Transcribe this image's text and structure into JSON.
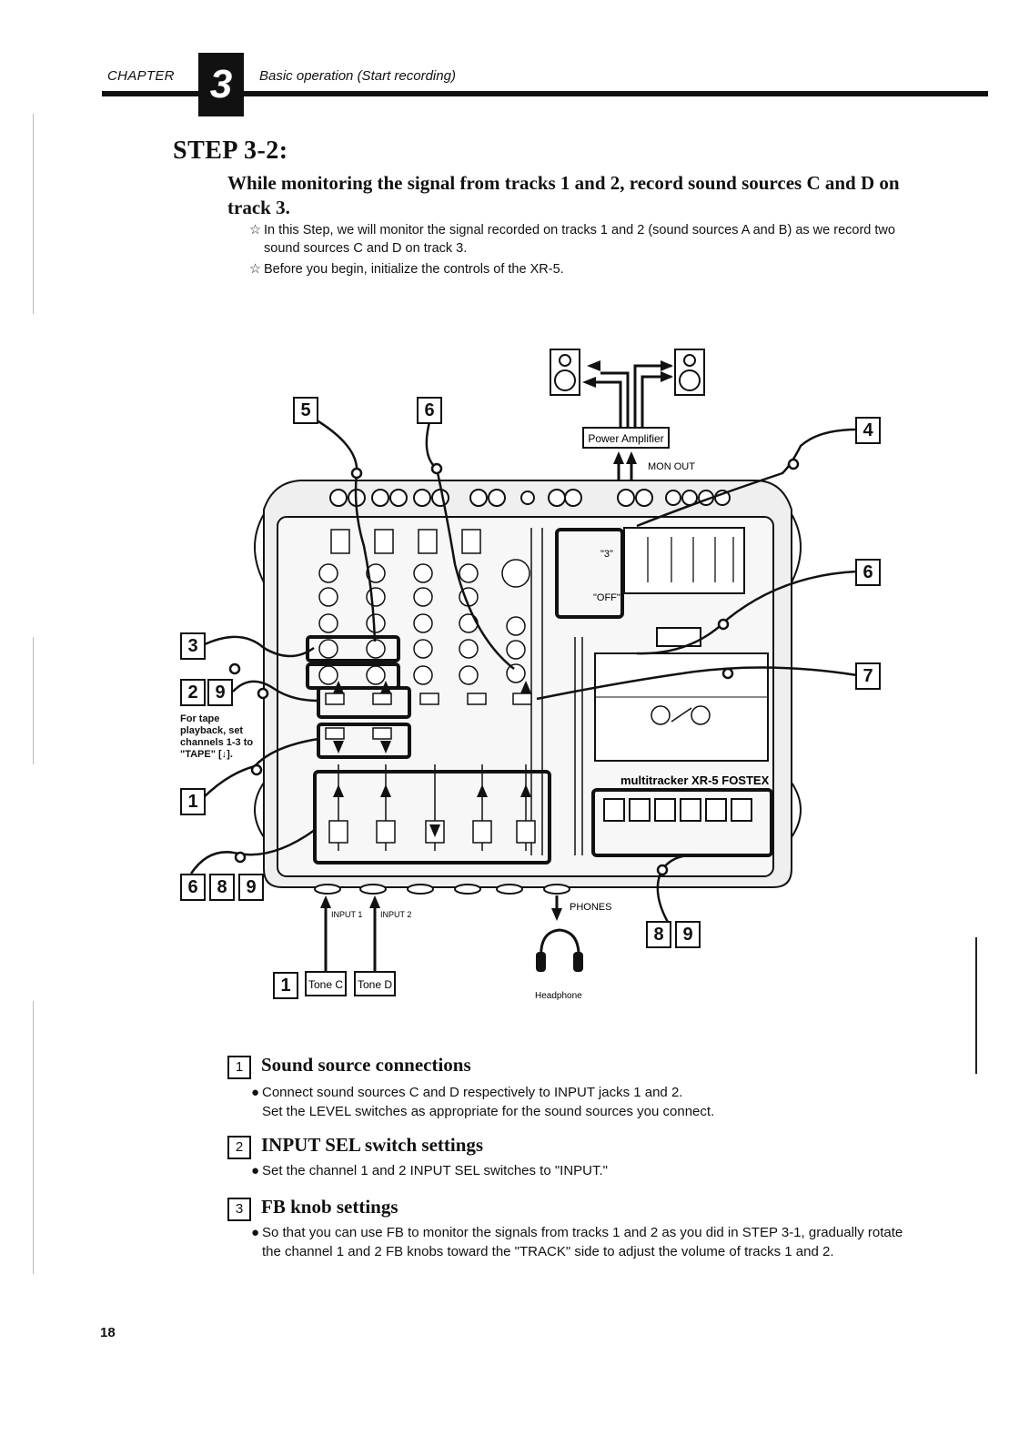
{
  "header": {
    "chapter_label": "CHAPTER",
    "chapter_number": "3",
    "chapter_title": "Basic operation (Start recording)"
  },
  "step": {
    "title": "STEP 3-2:",
    "subtitle": "While monitoring the signal from tracks 1 and 2, record sound sources C and D on track 3.",
    "notes": [
      "In this Step, we will monitor the signal recorded on tracks 1 and 2 (sound sources A and B) as we record two sound sources C and D on track 3.",
      "Before you begin, initialize the controls of the XR-5."
    ],
    "note_symbol": "☆"
  },
  "diagram": {
    "power_amplifier": "Power Amplifier",
    "mon_out": "MON OUT",
    "input1": "INPUT 1",
    "input2": "INPUT 2",
    "phones": "PHONES",
    "headphone": "Headphone",
    "tone_c": "Tone C",
    "tone_d": "Tone D",
    "label_3_quote": "\"3\"",
    "label_off": "\"OFF\"",
    "brand": "multitracker XR-5 FOSTEX",
    "tape_note": [
      "For tape",
      "playback, set",
      "channels 1-3 to",
      "\"TAPE\" [↓]."
    ],
    "callouts": {
      "c5": "5",
      "c6_top": "6",
      "c4": "4",
      "c6_right": "6",
      "c3": "3",
      "c2": "2",
      "c9_left": "9",
      "c7": "7",
      "c1_left": "1",
      "c6_bottom": "6",
      "c8_bottom": "8",
      "c9_bottom": "9",
      "c8_right": "8",
      "c9_right": "9",
      "c1_bottom": "1"
    }
  },
  "sections": [
    {
      "number": "1",
      "title": "Sound source connections",
      "lines": [
        "Connect sound sources C and D respectively to INPUT jacks 1 and 2.",
        "Set the LEVEL switches as appropriate for the sound sources you connect."
      ]
    },
    {
      "number": "2",
      "title": "INPUT SEL switch settings",
      "lines": [
        "Set the channel 1 and 2 INPUT SEL switches to \"INPUT.\""
      ]
    },
    {
      "number": "3",
      "title": "FB knob settings",
      "lines": [
        "So that you can use FB to monitor the signals from tracks 1 and 2 as you did in STEP 3-1, gradually rotate the channel 1 and 2 FB knobs toward the \"TRACK\" side to adjust the volume of tracks 1 and 2."
      ]
    }
  ],
  "bullet_symbol": "●",
  "page_number": "18"
}
